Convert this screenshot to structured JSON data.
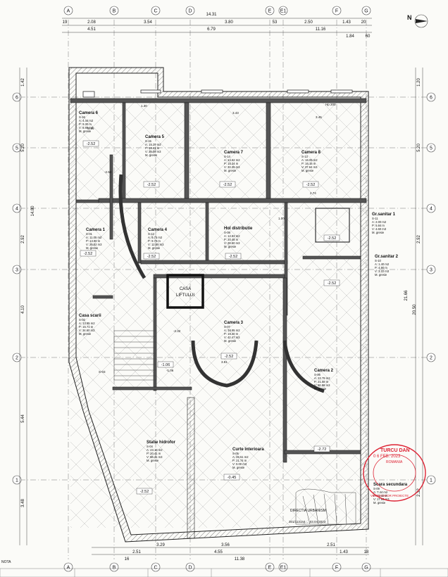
{
  "sheet": {
    "note_label": "NOTA",
    "stamp_date": "0 6 FEB. 2023",
    "stamp_name": "TURCU DAN",
    "stamp_word": "ROMANIA",
    "stamp_sub": "VERIFICATOR PROIECTE",
    "dept_text": "DIRECTIA URBANISM",
    "ref_text": "301/113144 ... 03.04.2023",
    "height_mark": "Hp 200"
  },
  "grid_columns": [
    "A",
    "B",
    "C",
    "D",
    "E",
    "E1",
    "F",
    "G"
  ],
  "grid_rows": [
    "1",
    "2",
    "3",
    "4",
    "5",
    "6"
  ],
  "dimensions_top": {
    "total": "14.31",
    "row1": [
      "19",
      "2.08",
      "3.54",
      "3.80",
      "53",
      "2.50",
      "1.43",
      "20"
    ],
    "row2": [
      "4.51",
      "6.79",
      "11.16"
    ],
    "row2b": [
      "1.84",
      "60"
    ]
  },
  "dimensions_left": [
    "1.42",
    "5.20",
    "14.80",
    "2.92",
    "4.10",
    "5.44",
    "3.48"
  ],
  "dimensions_right": [
    "1.20",
    "5.20",
    "2.92",
    "21.66",
    "20.50",
    "2.32"
  ],
  "dimensions_bottom": [
    "3.29",
    "2.51",
    "3.56",
    "4.55",
    "11.38",
    "1.43",
    "18",
    "2.51",
    "16"
  ],
  "rooms": [
    {
      "name": "Camera 6",
      "code": "S-16",
      "lines": [
        "A: 4.44 m2",
        "P: 9.30 m",
        "V: 8.88 m3",
        "M. gresie"
      ],
      "elev": "-2.52"
    },
    {
      "name": "Camera 5",
      "code": "S-15",
      "lines": [
        "A: 15.29 m2",
        "P: 16.61 m",
        "V: 38.08 m3",
        "M. gresie"
      ],
      "elev": "-2.52"
    },
    {
      "name": "Camera 7",
      "code": "S-14",
      "lines": [
        "A: 14.62 m2",
        "P: 15.34 m",
        "V: 33.35 m3",
        "M. gresie"
      ],
      "elev": "-2.52"
    },
    {
      "name": "Camera 8",
      "code": "S-13",
      "lines": [
        "A: 16.05 m2",
        "P: 16.16 m",
        "V: 37.64 m3",
        "M. gresie"
      ],
      "elev": "-2.52"
    },
    {
      "name": "Camera 1",
      "code": "S-01",
      "lines": [
        "A: 11.05 m2",
        "P: 13.90 m",
        "V: 26.52 m3",
        "M. gresie"
      ],
      "elev": "-2.52"
    },
    {
      "name": "Camera 4",
      "code": "S-12",
      "lines": [
        "A: 5.75 m2",
        "P: 9.70 m",
        "V: 12.65 m3",
        "M. gresie"
      ],
      "elev": "-2.52"
    },
    {
      "name": "Hol distributie",
      "code": "S-08",
      "lines": [
        "A: 12.83 m2",
        "P: 20.48 m",
        "V: 29.50 m3",
        "M. gresie"
      ],
      "elev": "-2.52"
    },
    {
      "name": "Gr.sanitar 1",
      "code": "S-11",
      "lines": [
        "A: 2.00 m2",
        "P: 5.84 m",
        "V: 4.60 m3",
        "M. gresie"
      ],
      "elev": "-2.52"
    },
    {
      "name": "Gr.sanitar 2",
      "code": "S-10",
      "lines": [
        "A: 1.40 m2",
        "P: 4.90 m",
        "V: 3.22 m3",
        "M. gresie"
      ],
      "elev": "-2.52"
    },
    {
      "name": "CASA LIFTULUI",
      "code": "",
      "lines": [],
      "elev": ""
    },
    {
      "name": "Casa scarii",
      "code": "S-02",
      "lines": [
        "A: 13.95 m2",
        "P: 15.71 m",
        "V: 34.60 m3",
        "M. gresie"
      ],
      "elev": "-1.06"
    },
    {
      "name": "Camera 3",
      "code": "S-07",
      "lines": [
        "A: 18.95 m2",
        "P: 19.20 m",
        "V: 42.47 m3",
        "M. gresie"
      ],
      "elev": "-2.52"
    },
    {
      "name": "Camera 2",
      "code": "S-06",
      "lines": [
        "A: 22.79 m2",
        "P: 21.58 m",
        "V: 56.98 m3",
        "M. gresie"
      ],
      "elev": "-2.72"
    },
    {
      "name": "Statie hidrofor",
      "code": "S-04",
      "lines": [
        "A: 23.18 m2",
        "P: 20.41 m",
        "V: 58.41 m3",
        "M. gresie"
      ],
      "elev": "-2.52"
    },
    {
      "name": "Curte interioara",
      "code": "S-05",
      "lines": [
        "A: 26.51 m2",
        "P: 21.74 m",
        "V: 0.00 m3",
        "M. gresie"
      ],
      "elev": "-0.45"
    },
    {
      "name": "Scara secundara",
      "code": "S-09",
      "lines": [
        "A: 7.44 m2",
        "P: 12.40 m",
        "V: 17.86 m3",
        "M. gresie"
      ],
      "elev": ""
    }
  ],
  "misc_labels": [
    "S-03",
    "S-16",
    "-2.32",
    "-2.52",
    "-1.06",
    "3.91",
    "3.45",
    "3.43",
    "1.30",
    "2.74",
    "1.00"
  ]
}
